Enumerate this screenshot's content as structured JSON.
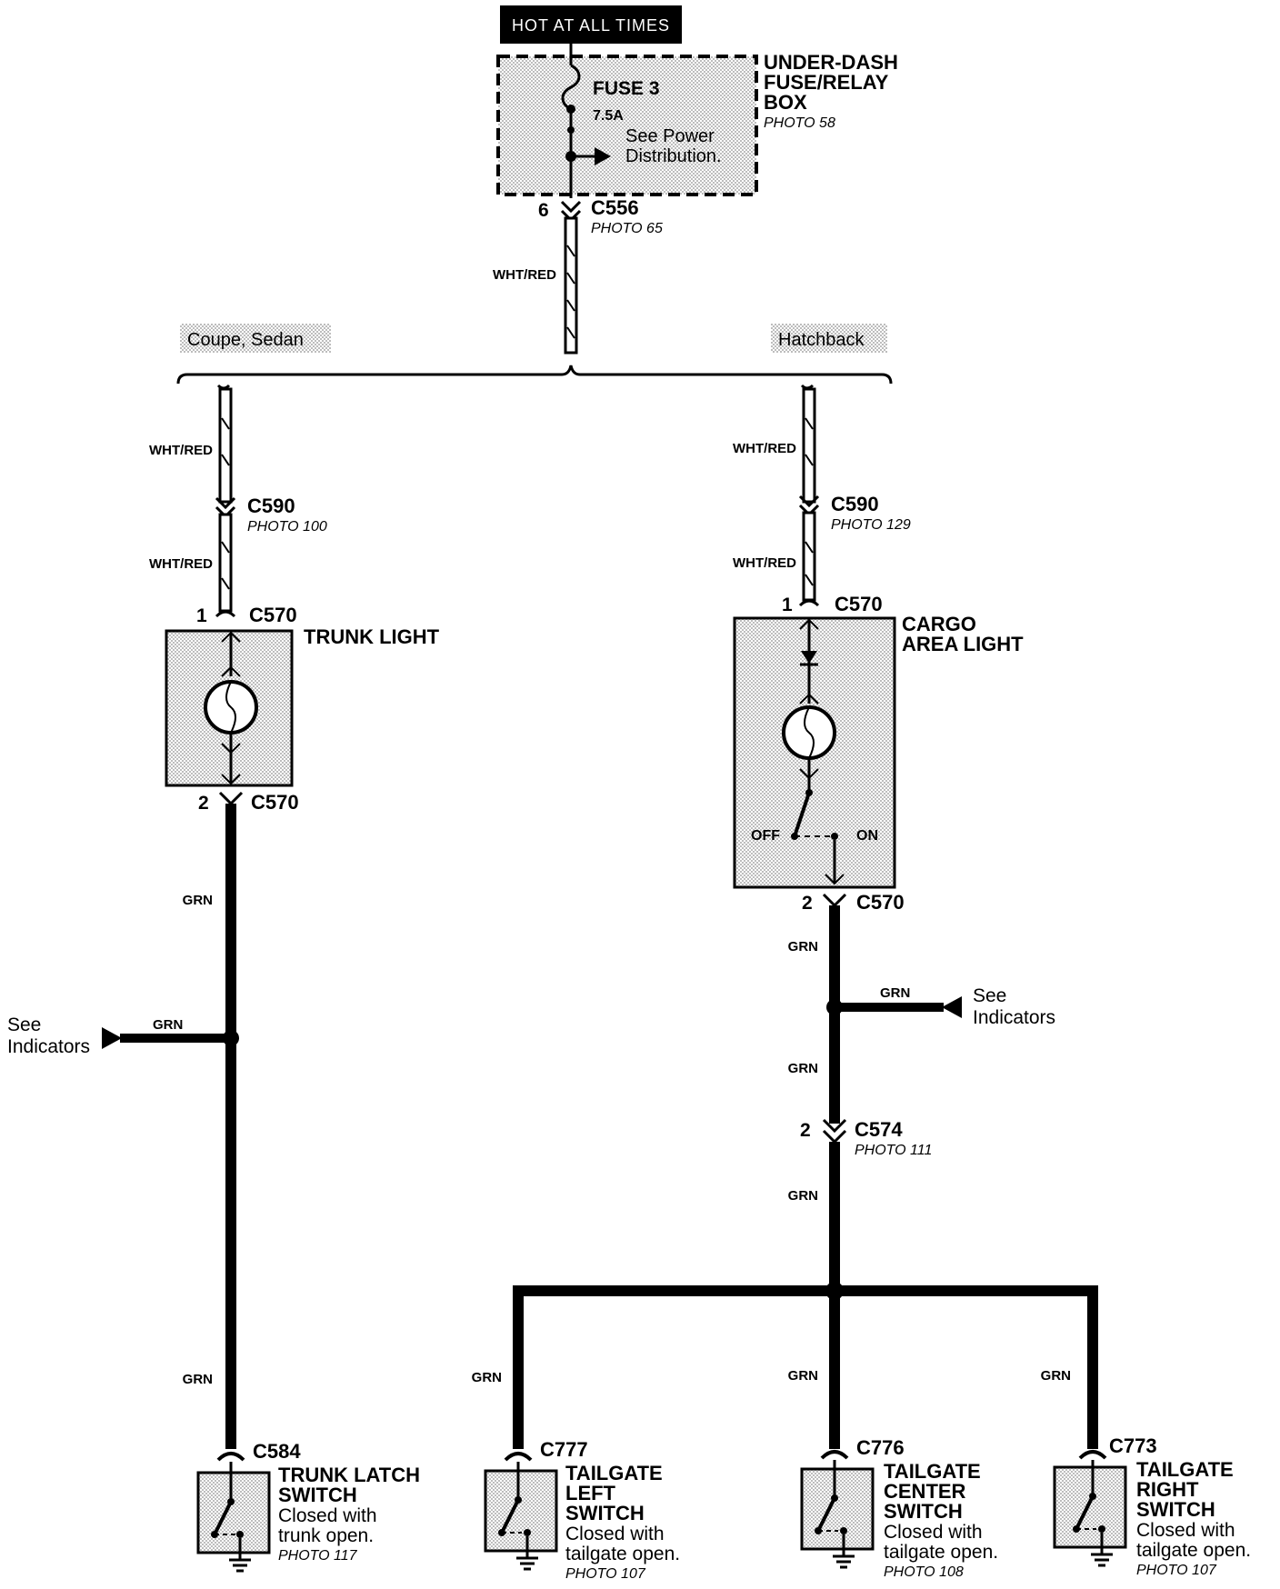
{
  "power": {
    "hot_label": "HOT AT ALL TIMES",
    "fuse_name": "FUSE 3",
    "fuse_rating": "7.5A",
    "see_power_1": "See Power",
    "see_power_2": "Distribution.",
    "box_line1": "UNDER-DASH",
    "box_line2": "FUSE/RELAY",
    "box_line3": "BOX",
    "box_photo": "PHOTO 58",
    "c556_pin": "6",
    "c556": "C556",
    "c556_photo": "PHOTO 65",
    "feed_wire": "WHT/RED"
  },
  "variants": {
    "left": "Coupe, Sedan",
    "right": "Hatchback"
  },
  "left": {
    "wire_top": "WHT/RED",
    "c590": "C590",
    "c590_photo": "PHOTO 100",
    "wire_mid": "WHT/RED",
    "c570_pin1": "1",
    "c570_top": "C570",
    "light_name": "TRUNK LIGHT",
    "c570_pin2": "2",
    "c570_bot": "C570",
    "wire_grn1": "GRN",
    "see1": "See",
    "see2": "Indicators",
    "branch_wire": "GRN",
    "wire_grn2": "GRN",
    "c584": "C584",
    "switch_l1": "TRUNK LATCH",
    "switch_l2": "SWITCH",
    "switch_l3": "Closed with",
    "switch_l4": "trunk open.",
    "switch_photo": "PHOTO 117"
  },
  "right": {
    "wire_top": "WHT/RED",
    "c590": "C590",
    "c590_photo": "PHOTO 129",
    "wire_mid": "WHT/RED",
    "c570_pin1": "1",
    "c570_top": "C570",
    "light_l1": "CARGO",
    "light_l2": "AREA LIGHT",
    "off": "OFF",
    "on": "ON",
    "c570_pin2": "2",
    "c570_bot": "C570",
    "wire_grn1": "GRN",
    "branch_wire": "GRN",
    "see1": "See",
    "see2": "Indicators",
    "wire_grn2": "GRN",
    "c574_pin": "2",
    "c574": "C574",
    "c574_photo": "PHOTO 111",
    "wire_grn3": "GRN"
  },
  "tailgate": [
    {
      "wire": "GRN",
      "conn": "C777",
      "l1": "TAILGATE",
      "l2": "LEFT",
      "l3": "SWITCH",
      "l4": "Closed with",
      "l5": "tailgate open.",
      "photo": "PHOTO 107"
    },
    {
      "wire": "GRN",
      "conn": "C776",
      "l1": "TAILGATE",
      "l2": "CENTER",
      "l3": "SWITCH",
      "l4": "Closed with",
      "l5": "tailgate open.",
      "photo": "PHOTO 108"
    },
    {
      "wire": "GRN",
      "conn": "C773",
      "l1": "TAILGATE",
      "l2": "RIGHT",
      "l3": "SWITCH",
      "l4": "Closed with",
      "l5": "tailgate open.",
      "photo": "PHOTO 107"
    }
  ]
}
